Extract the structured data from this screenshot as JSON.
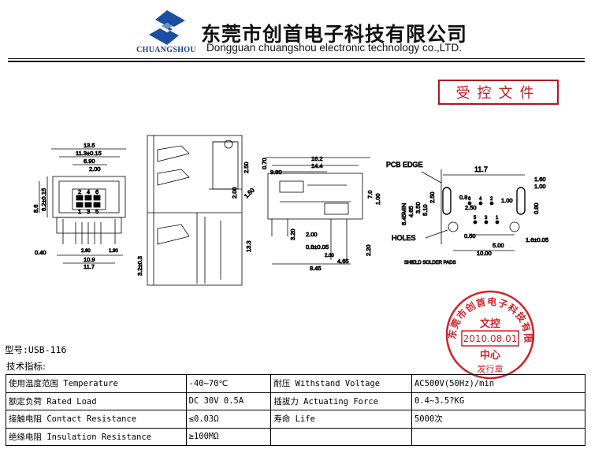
{
  "header": {
    "logo_caption": "CHUANGSHOU",
    "company_cn": "东莞市创首电子科技有限公司",
    "company_en": "Dongguan chuangshou electronic technology co.,LTD."
  },
  "controlled_doc_label": "受控文件",
  "drawing": {
    "front_view": {
      "dims": [
        "13.5",
        "11.3±0.15",
        "6.90",
        "2.00",
        "8.6",
        "6.2±0.15",
        "0.40",
        "10.9",
        "11.7",
        "2.60",
        "1.90"
      ],
      "pins_top": [
        "2",
        "4",
        "6"
      ],
      "pins_bottom": [
        "1",
        "3",
        "5"
      ]
    },
    "side_view": {
      "dims": [
        "2.50",
        "2.00",
        "1.50",
        "13.3",
        "3.2±0.3"
      ]
    },
    "top_view": {
      "dims": [
        "0.70",
        "16.2",
        "14.4",
        "9.80",
        "7.0",
        "1.00",
        "3.20",
        "2.00",
        "0.8±0.05",
        "2.20",
        "2.00",
        "4.65",
        "8.45"
      ]
    },
    "pcb_layout": {
      "labels": [
        "PCB EDGE",
        "HOLES",
        "SHIELD SOLDER PADS"
      ],
      "dims": [
        "11.7",
        "1.60",
        "1.00",
        "0.8",
        "1.00",
        "0.80",
        "8.45MIN",
        "4.65",
        "3.50",
        "5.10",
        "2.50",
        "2.50",
        "0.50",
        "5.00",
        "10.00",
        "1.6±0.05"
      ],
      "pin_labels": [
        "6",
        "4",
        "2",
        "5",
        "3",
        "1"
      ]
    }
  },
  "stamp": {
    "ring_text": "东莞市创首电子科技有限公司",
    "line1": "文控",
    "date": "2010.08.01",
    "line2": "中心",
    "bottom": "发行章"
  },
  "model_line": "型号:USB-116",
  "spec_heading": "技术指标:",
  "spec_table": [
    [
      "使用温度范围 Temperature",
      "-40~70℃",
      "耐压 Withstand Voltage",
      "AC500V(50Hz)/min"
    ],
    [
      "额定负荷 Rated Load",
      "DC 30V 0.5A",
      "插拔力 Actuating Force",
      "0.4~3.5?KG"
    ],
    [
      "接触电阻 Contact Resistance",
      "≤0.03Ω",
      "寿命 Life",
      "5000次"
    ],
    [
      "绝缘电阻 Insulation Resistance",
      "≥100MΩ",
      "",
      ""
    ]
  ]
}
